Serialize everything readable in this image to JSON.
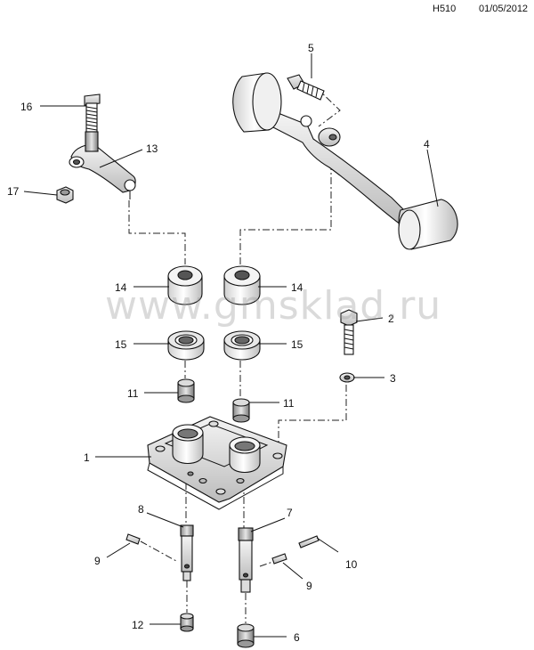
{
  "header": {
    "code": "H510",
    "date": "01/05/2012"
  },
  "watermark": "www.gmsklad.ru",
  "callouts": [
    {
      "id": "c16",
      "text": "16"
    },
    {
      "id": "c13",
      "text": "13"
    },
    {
      "id": "c17",
      "text": "17"
    },
    {
      "id": "c5",
      "text": "5"
    },
    {
      "id": "c4",
      "text": "4"
    },
    {
      "id": "c14a",
      "text": "14"
    },
    {
      "id": "c14b",
      "text": "14"
    },
    {
      "id": "c2",
      "text": "2"
    },
    {
      "id": "c15a",
      "text": "15"
    },
    {
      "id": "c15b",
      "text": "15"
    },
    {
      "id": "c3",
      "text": "3"
    },
    {
      "id": "c11a",
      "text": "11"
    },
    {
      "id": "c11b",
      "text": "11"
    },
    {
      "id": "c1",
      "text": "1"
    },
    {
      "id": "c8",
      "text": "8"
    },
    {
      "id": "c7",
      "text": "7"
    },
    {
      "id": "c9a",
      "text": "9"
    },
    {
      "id": "c10",
      "text": "10"
    },
    {
      "id": "c9b",
      "text": "9"
    },
    {
      "id": "c12",
      "text": "12"
    },
    {
      "id": "c6",
      "text": "6"
    }
  ]
}
